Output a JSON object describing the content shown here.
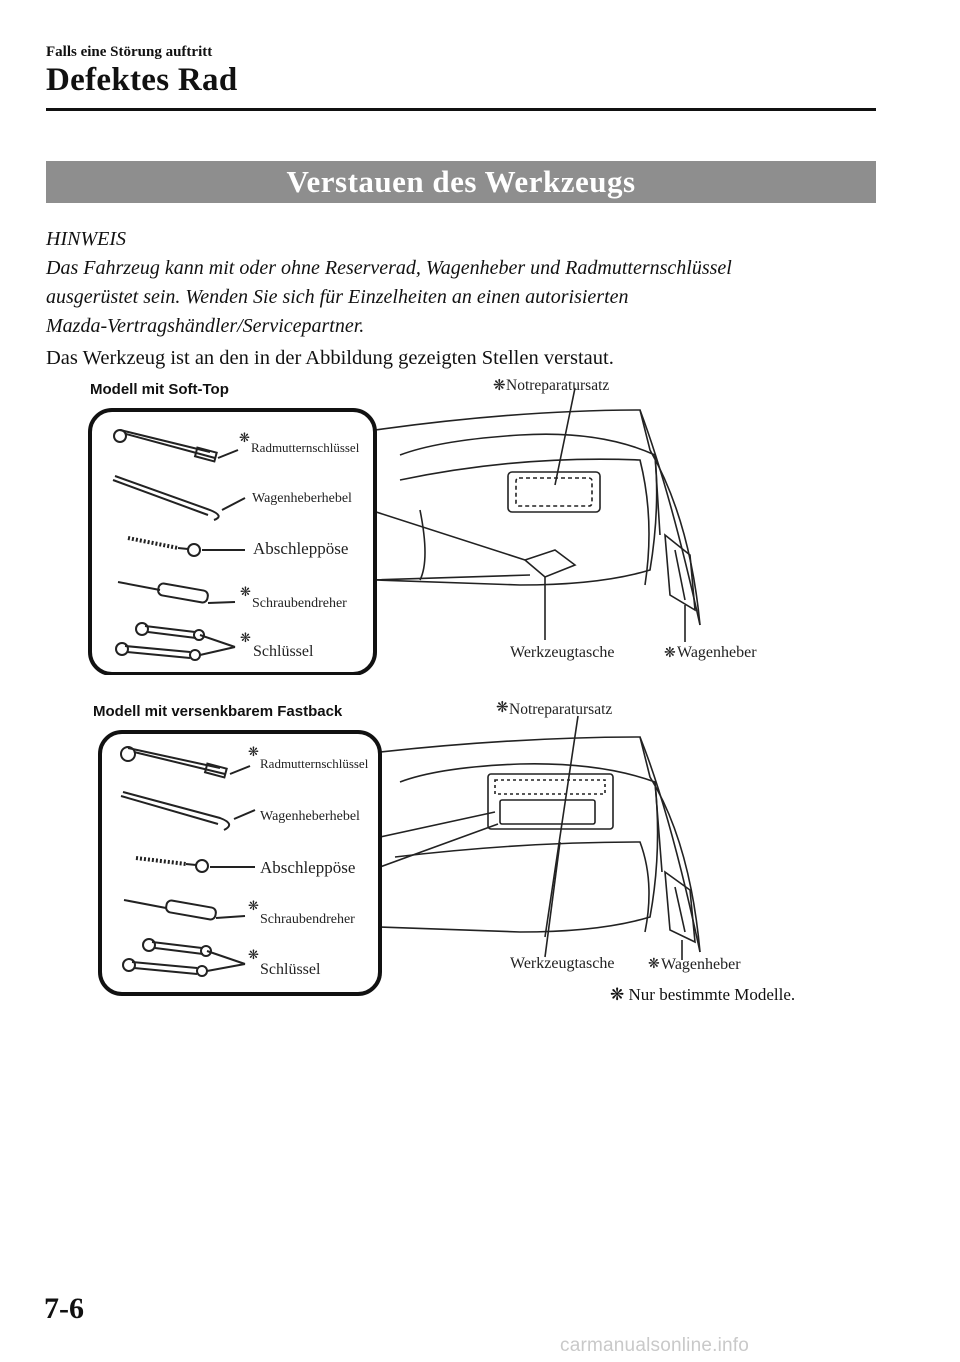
{
  "header": {
    "section": "Falls eine Störung auftritt",
    "title": "Defektes Rad"
  },
  "banner": "Verstauen des Werkzeugs",
  "note": {
    "title": "HINWEIS",
    "lines": [
      "Das Fahrzeug kann mit oder ohne Reserverad, Wagenheber und Radmutternschlüssel",
      "ausgerüstet sein. Wenden Sie sich für Einzelheiten an einen autorisierten",
      "Mazda-Vertragshändler/Servicepartner."
    ]
  },
  "intro": "Das Werkzeug ist an den in der Abbildung gezeigten Stellen verstaut.",
  "figure1": {
    "model": "Modell mit Soft-Top",
    "labels": {
      "repair_kit": "Notreparatursatz",
      "wrench": "Radmutternschlüssel",
      "jack_lever": "Wagenheberhebel",
      "tow_eye": "Abschleppöse",
      "screwdriver": "Schraubendreher",
      "spanner": "Schlüssel",
      "tool_bag": "Werkzeugtasche",
      "jack": "Wagenheber"
    }
  },
  "figure2": {
    "model": "Modell mit versenkbarem Fastback",
    "labels": {
      "repair_kit": "Notreparatursatz",
      "wrench": "Radmutternschlüssel",
      "jack_lever": "Wagenheberhebel",
      "tow_eye": "Abschleppöse",
      "screwdriver": "Schraubendreher",
      "spanner": "Schlüssel",
      "tool_bag": "Werkzeugtasche",
      "jack": "Wagenheber"
    }
  },
  "marker": "❋",
  "footnote": "Nur bestimmte Modelle.",
  "page_number": "7-6",
  "watermark": "carmanualsonline.info"
}
